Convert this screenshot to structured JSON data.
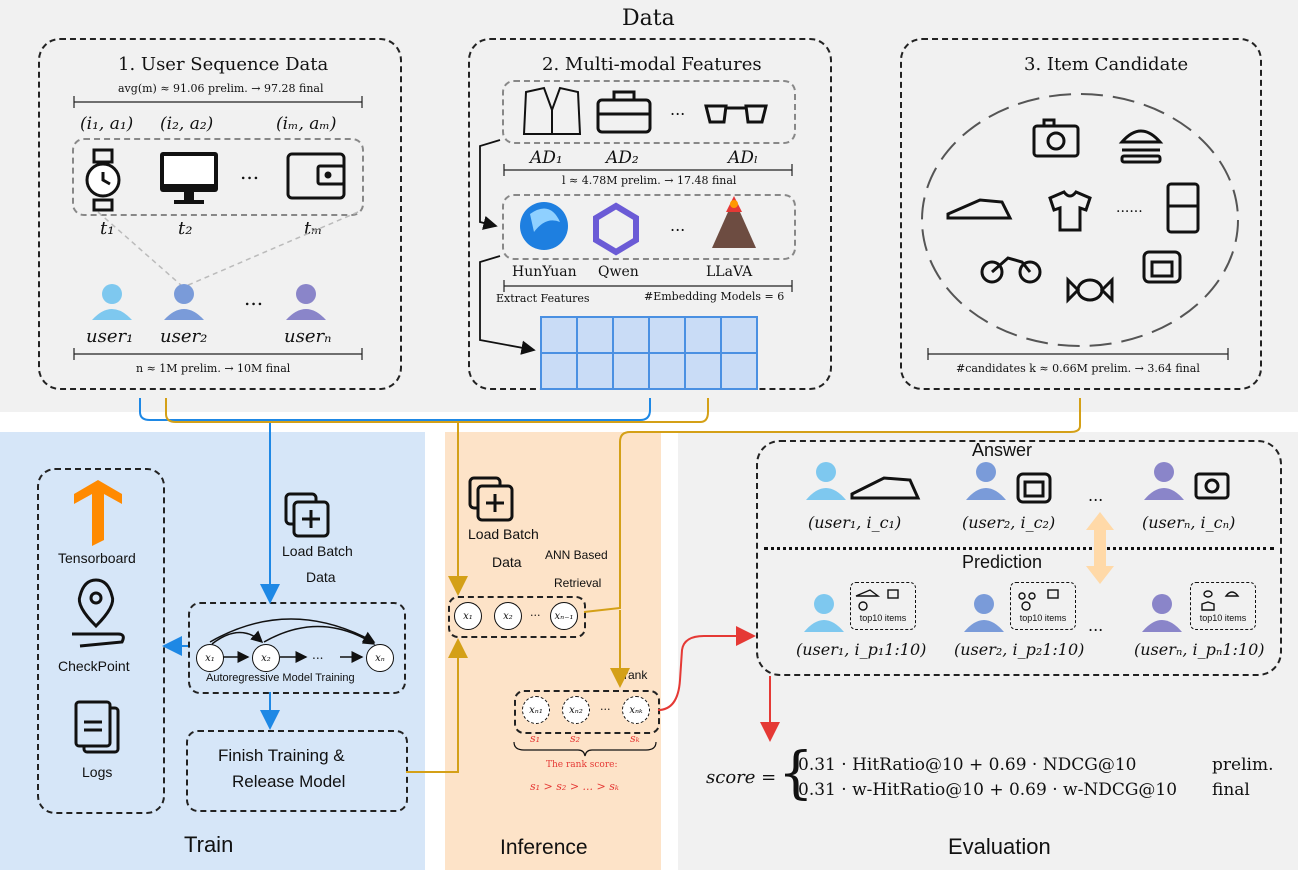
{
  "data_section": {
    "title": "Data",
    "user_seq": {
      "title": "1. User Sequence Data",
      "avg_note": "avg(m) ≈ 91.06 prelim. → 97.28 final",
      "pairs": [
        "(i₁, a₁)",
        "(i₂, a₂)",
        "(iₘ, aₘ)"
      ],
      "times": [
        "t₁",
        "t₂",
        "tₘ"
      ],
      "ellipsis": "...",
      "users": [
        "user₁",
        "user₂",
        "userₙ"
      ],
      "n_note": "n ≈ 1M prelim. → 10M final"
    },
    "multimodal": {
      "title": "2. Multi-modal Features",
      "ads": [
        "AD₁",
        "AD₂",
        "ADₗ"
      ],
      "l_note": "l ≈ 4.78M prelim. → 17.48 final",
      "models": [
        "HunYuan",
        "Qwen",
        "LLaVA"
      ],
      "extract": "Extract Features",
      "embed_note": "#Embedding Models = 6",
      "ellipsis": "..."
    },
    "items": {
      "title": "3. Item Candidate",
      "dots": "......",
      "k_note": "#candidates k ≈ 0.66M prelim. → 3.64 final"
    }
  },
  "train": {
    "title": "Train",
    "tools": [
      "Tensorboard",
      "CheckPoint",
      "Logs"
    ],
    "load_batch": "Load Batch",
    "load_batch2": "Data",
    "nodes": [
      "x₁",
      "x₂",
      "xₙ"
    ],
    "ellipsis": "...",
    "ar_label": "Autoregressive Model Training",
    "finish1": "Finish Training &",
    "finish2": "Release Model"
  },
  "inference": {
    "title": "Inference",
    "load_batch": "Load Batch",
    "load_batch2": "Data",
    "ann1": "ANN Based",
    "ann2": "Retrieval",
    "nodes": [
      "x₁",
      "x₂",
      "xₙ₋₁"
    ],
    "rank": "rank",
    "rnodes": [
      "xₙ₁",
      "xₙ₂",
      "xₙₖ"
    ],
    "scores": [
      "s₁",
      "s₂",
      "sₖ"
    ],
    "ellipsis": "...",
    "rank_score": "The rank score:",
    "order": "s₁ > s₂ > ... > sₖ"
  },
  "evaluation": {
    "title": "Evaluation",
    "answer": "Answer",
    "prediction": "Prediction",
    "answer_pairs": [
      "(user₁, i_c₁)",
      "(user₂, i_c₂)",
      "(userₙ, i_cₙ)"
    ],
    "pred_pairs": [
      "(user₁, i_p₁1:10)",
      "(user₂, i_p₂1:10)",
      "(userₙ, i_pₙ1:10)"
    ],
    "top10": "top10 items",
    "ellipsis": "...",
    "score_lhs": "score =",
    "formula1": "0.31 · HitRatio@10 + 0.69 · NDCG@10",
    "formula2": "0.31 · w-HitRatio@10 + 0.69 · w-NDCG@10",
    "tag1": "prelim.",
    "tag2": "final"
  },
  "colors": {
    "blue": "#1e88e5",
    "gold": "#d4a017",
    "red": "#e53935",
    "train_bg": "#d6e6f8",
    "infer_bg": "#fde3c8",
    "grey_bg": "#f1f1f1"
  }
}
